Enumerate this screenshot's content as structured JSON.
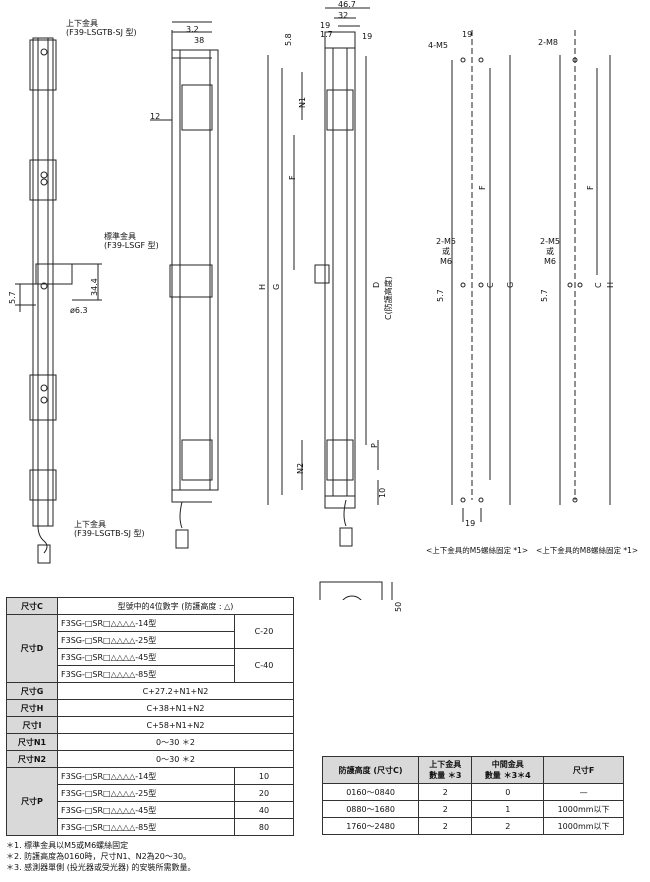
{
  "labels": {
    "top_bracket": "上下金具",
    "top_bracket_model": "(F39-LSGTB-SJ 型)",
    "std_bracket": "標準金具",
    "std_bracket_model": "(F39-LSGF 型)",
    "bottom_bracket": "上下金具",
    "bottom_bracket_model": "(F39-LSGTB-SJ 型)",
    "d32": "3.2",
    "d38": "38",
    "d12": "12",
    "d344": "34.4",
    "d57a": "5.7",
    "d63": "ø6.3",
    "d467": "46.7",
    "d32b": "32",
    "d19": "19",
    "d17": "1.7",
    "d58": "5.8",
    "d19b": "19",
    "N1": "N1",
    "F": "F",
    "H": "H",
    "G": "G",
    "D": "D",
    "C": "C(防護高度)",
    "P": "P",
    "N2": "N2",
    "d10": "10",
    "m5_4": "4-M5",
    "m8_2": "2-M8",
    "d19c": "19",
    "m5_2a": "2-M5",
    "or_a": "或",
    "m6a": "M6",
    "m5_2b": "2-M5",
    "or_b": "或",
    "m6b": "M6",
    "d57b": "5.7",
    "d57c": "5.7",
    "Fb": "F",
    "Cb": "C",
    "Gb": "G",
    "Fc": "F",
    "Cc": "C",
    "Hc": "H",
    "d19d": "19",
    "d50": "50",
    "cap_m5": "<上下金具的M5螺絲固定 *1>",
    "cap_m8": "<上下金具的M8螺絲固定 *1>"
  },
  "dim_table": [
    {
      "head": "尺寸C",
      "cells": [
        {
          "text": "型號中的4位數字 (防護高度 : △)",
          "span": 2
        }
      ]
    },
    {
      "head": "尺寸D",
      "rows": [
        {
          "model": "F3SG-□SR□△△△△-14型",
          "val": "C-20"
        },
        {
          "model": "F3SG-□SR□△△△△-25型",
          "val": ""
        },
        {
          "model": "F3SG-□SR□△△△△-45型",
          "val": "C-40"
        },
        {
          "model": "F3SG-□SR□△△△△-85型",
          "val": ""
        }
      ]
    },
    {
      "head": "尺寸G",
      "cells": [
        {
          "text": "C+27.2+N1+N2",
          "span": 2
        }
      ]
    },
    {
      "head": "尺寸H",
      "cells": [
        {
          "text": "C+38+N1+N2",
          "span": 2
        }
      ]
    },
    {
      "head": "尺寸I",
      "cells": [
        {
          "text": "C+58+N1+N2",
          "span": 2
        }
      ]
    },
    {
      "head": "尺寸N1",
      "cells": [
        {
          "text": "0～30 ＊2",
          "span": 2
        }
      ]
    },
    {
      "head": "尺寸N2",
      "cells": [
        {
          "text": "0～30 ＊2",
          "span": 2
        }
      ]
    },
    {
      "head": "尺寸P",
      "rows": [
        {
          "model": "F3SG-□SR□△△△△-14型",
          "val": "10"
        },
        {
          "model": "F3SG-□SR□△△△△-25型",
          "val": "20"
        },
        {
          "model": "F3SG-□SR□△△△△-45型",
          "val": "40"
        },
        {
          "model": "F3SG-□SR□△△△△-85型",
          "val": "80"
        }
      ]
    }
  ],
  "qty_table": {
    "headers": [
      "防護高度 (尺寸C)",
      "上下金具\n數量 ＊3",
      "中間金具\n數量 ＊3＊4",
      "尺寸F"
    ],
    "rows": [
      [
        "0160～0840",
        "2",
        "0",
        "—"
      ],
      [
        "0880～1680",
        "2",
        "1",
        "1000mm以下"
      ],
      [
        "1760～2480",
        "2",
        "2",
        "1000mm以下"
      ]
    ]
  },
  "notes": [
    "＊1. 標準金具以M5或M6螺絲固定",
    "＊2. 防護高度為0160時，尺寸N1、N2為20～30。",
    "＊3. 感測器單側 (投光器或受光器) 的安裝所需數量。"
  ]
}
